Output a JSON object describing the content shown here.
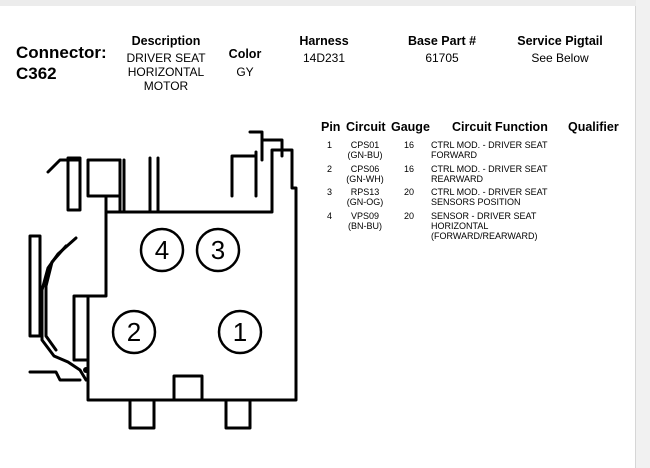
{
  "connector": {
    "label": "Connector:",
    "id": "C362"
  },
  "headers": {
    "description": {
      "label": "Description",
      "lines": [
        "DRIVER SEAT",
        "HORIZONTAL",
        "MOTOR"
      ]
    },
    "color": {
      "label": "Color",
      "value": "GY"
    },
    "harness": {
      "label": "Harness",
      "value": "14D231"
    },
    "base_part": {
      "label": "Base Part #",
      "value": "61705"
    },
    "service_pigtail": {
      "label": "Service Pigtail",
      "value": "See Below"
    }
  },
  "pin_table": {
    "columns": [
      "Pin",
      "Circuit",
      "Gauge",
      "Circuit Function",
      "Qualifier"
    ],
    "rows": [
      {
        "pin": "1",
        "circuit": "CPS01",
        "circuit_color": "(GN-BU)",
        "gauge": "16",
        "function_lines": [
          "CTRL MOD. - DRIVER SEAT",
          "FORWARD"
        ]
      },
      {
        "pin": "2",
        "circuit": "CPS06",
        "circuit_color": "(GN-WH)",
        "gauge": "16",
        "function_lines": [
          "CTRL MOD. - DRIVER SEAT",
          "REARWARD"
        ]
      },
      {
        "pin": "3",
        "circuit": "RPS13",
        "circuit_color": "(GN-OG)",
        "gauge": "20",
        "function_lines": [
          "CTRL MOD. - DRIVER SEAT",
          "SENSORS POSITION"
        ]
      },
      {
        "pin": "4",
        "circuit": "VPS09",
        "circuit_color": "(BN-BU)",
        "gauge": "20",
        "function_lines": [
          "SENSOR - DRIVER SEAT",
          "HORIZONTAL",
          "(FORWARD/REARWARD)"
        ]
      }
    ]
  },
  "diagram": {
    "pins": [
      "4",
      "3",
      "2",
      "1"
    ]
  }
}
